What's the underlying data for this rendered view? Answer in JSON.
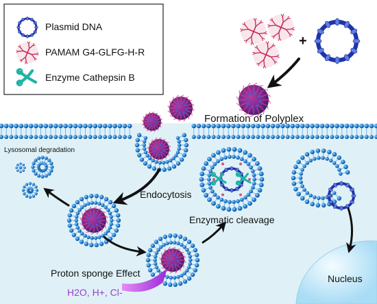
{
  "legend": {
    "plasmid": "Plasmid DNA",
    "pamam": "PAMAM G4-GLFG-H-R",
    "enzyme": "Enzyme Cathepsin B"
  },
  "labels": {
    "plus": "+",
    "formation": "Formation of Polyplex",
    "lysosomal": "Lysosomal degradation",
    "endocytosis": "Endocytosis",
    "cleavage": "Enzymatic cleavage",
    "proton": "Proton sponge Effect",
    "ions": "H2O, H+, Cl-",
    "nucleus": "Nucleus"
  },
  "colors": {
    "cytoplasm": "#dff1f7",
    "membrane_head": "#1f78c8",
    "dna": "#2233aa",
    "pamam": "#c4264f",
    "polyplex_core": "#6a2c8c",
    "enzyme": "#1fb3a6",
    "ion_arrow": "#b03ad9",
    "nucleus": "#bfe5f8",
    "arrow": "#111111"
  }
}
